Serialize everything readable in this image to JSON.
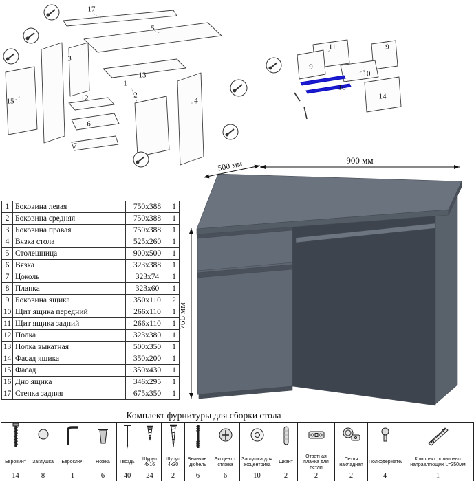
{
  "dimensions": {
    "width": "900 мм",
    "depth": "500 мм",
    "height": "766 мм"
  },
  "diagrams": {
    "left": [
      "17",
      "5",
      "3",
      "13",
      "12",
      "6",
      "7",
      "15",
      "1",
      "2",
      "4"
    ],
    "right": [
      "11",
      "9",
      "9",
      "10",
      "16",
      "14"
    ]
  },
  "parts_table": {
    "rows": [
      {
        "num": "1",
        "name": "Боковина левая",
        "size": "750x388",
        "qty": "1"
      },
      {
        "num": "2",
        "name": "Боковина средняя",
        "size": "750x388",
        "qty": "1"
      },
      {
        "num": "3",
        "name": "Боковина правая",
        "size": "750x388",
        "qty": "1"
      },
      {
        "num": "4",
        "name": "Вязка стола",
        "size": "525x260",
        "qty": "1"
      },
      {
        "num": "5",
        "name": "Столешница",
        "size": "900x500",
        "qty": "1"
      },
      {
        "num": "6",
        "name": "Вязка",
        "size": "323x388",
        "qty": "1"
      },
      {
        "num": "7",
        "name": "Цоколь",
        "size": "323x74",
        "qty": "1"
      },
      {
        "num": "8",
        "name": "Планка",
        "size": "323x60",
        "qty": "1"
      },
      {
        "num": "9",
        "name": "Боковина ящика",
        "size": "350x110",
        "qty": "2"
      },
      {
        "num": "10",
        "name": "Щит ящика передний",
        "size": "266x110",
        "qty": "1"
      },
      {
        "num": "11",
        "name": "Щит ящика задний",
        "size": "266x110",
        "qty": "1"
      },
      {
        "num": "12",
        "name": "Полка",
        "size": "323x380",
        "qty": "1"
      },
      {
        "num": "13",
        "name": "Полка выкатная",
        "size": "500x350",
        "qty": "1"
      },
      {
        "num": "14",
        "name": "Фасад ящика",
        "size": "350x200",
        "qty": "1"
      },
      {
        "num": "15",
        "name": "Фасад",
        "size": "350x430",
        "qty": "1"
      },
      {
        "num": "16",
        "name": "Дно ящика",
        "size": "346x295",
        "qty": "1"
      },
      {
        "num": "17",
        "name": "Стенка задняя",
        "size": "675x350",
        "qty": "1"
      }
    ]
  },
  "hardware": {
    "title": "Комплект фурнитуры для сборки стола",
    "items": [
      {
        "icon": "euro-screw-icon",
        "label": "Евровинт",
        "qty": "14"
      },
      {
        "icon": "plug-cap-icon",
        "label": "Заглушка",
        "qty": "8"
      },
      {
        "icon": "hex-key-icon",
        "label": "Евроключ",
        "qty": "1"
      },
      {
        "icon": "leg-icon",
        "label": "Ножка",
        "qty": "6"
      },
      {
        "icon": "nail-icon",
        "label": "Гвоздь",
        "qty": "40"
      },
      {
        "icon": "screw-4x16-icon",
        "label": "Шуруп 4x16",
        "qty": "24"
      },
      {
        "icon": "screw-4x30-icon",
        "label": "Шуруп 4x30",
        "qty": "2"
      },
      {
        "icon": "screw-dowel-icon",
        "label": "Ввинчив. дюбель",
        "qty": "6"
      },
      {
        "icon": "eccentric-cam-icon",
        "label": "Эксцентр. стяжка",
        "qty": "6"
      },
      {
        "icon": "eccentric-cap-icon",
        "label": "Заглушка для эксцентрика",
        "qty": "10"
      },
      {
        "icon": "dowel-icon",
        "label": "Шкант",
        "qty": "2"
      },
      {
        "icon": "hinge-plate-icon",
        "label": "Ответная планка для петли",
        "qty": "2"
      },
      {
        "icon": "hinge-icon",
        "label": "Петля накладная",
        "qty": "2"
      },
      {
        "icon": "shelf-support-icon",
        "label": "Полкодержатель",
        "qty": "4"
      },
      {
        "icon": "roller-guides-icon",
        "label": "Комплект роликовых направляющих L=350мм",
        "qty": "1"
      }
    ]
  }
}
